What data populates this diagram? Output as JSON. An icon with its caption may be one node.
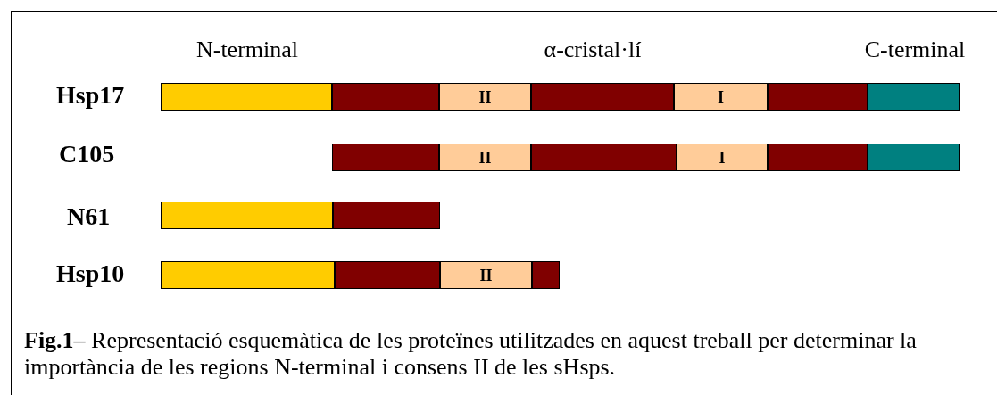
{
  "diagram": {
    "caption": "**Fig.1**– Representació esquemàtica de les proteïnes utilitzades en aquest treball per determinar la importància de les regions N-terminal i consens II de les sHsps.",
    "nodes": [
      {
        "text": [],
        "shape": "bar"
      },
      {
        "text": [],
        "shape": "bar"
      },
      {
        "text": [
          "II"
        ]
      },
      {
        "text": [],
        "shape": "bar"
      },
      {
        "text": [
          "I"
        ]
      },
      {
        "text": [],
        "shape": "bar"
      },
      {
        "text": [],
        "shape": "bar"
      },
      {
        "text": [],
        "shape": "bar"
      },
      {
        "text": [
          "II"
        ]
      },
      {
        "text": [],
        "shape": "bar"
      },
      {
        "text": [
          "I"
        ]
      },
      {
        "text": [],
        "shape": "bar"
      },
      {
        "text": [],
        "shape": "bar"
      },
      {
        "text": [],
        "shape": "bar"
      },
      {
        "text": [],
        "shape": "bar"
      },
      {
        "text": [],
        "shape": "bar"
      },
      {
        "text": [],
        "shape": "bar"
      },
      {
        "text": [
          "II"
        ]
      },
      {
        "text": [],
        "shape": "bar"
      }
    ],
    "labels": [
      "N-terminal",
      "α-cristal·lí",
      "C-terminal",
      "Hsp17",
      "C105",
      "N61",
      "Hsp10"
    ]
  }
}
